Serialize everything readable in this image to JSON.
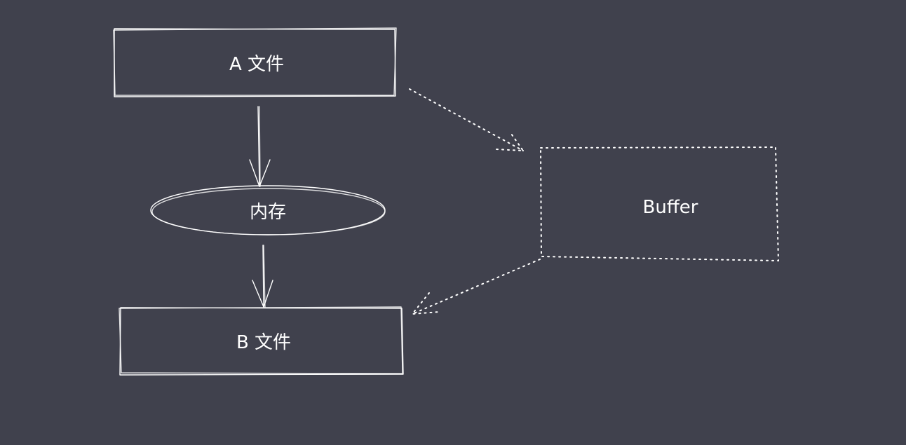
{
  "nodes": {
    "file_a": {
      "label": "A 文件"
    },
    "memory": {
      "label": "内存"
    },
    "file_b": {
      "label": "B 文件"
    },
    "buffer": {
      "label": "Buffer"
    }
  },
  "colors": {
    "background": "#40414d",
    "stroke": "#ffffff",
    "text": "#ffffff"
  }
}
